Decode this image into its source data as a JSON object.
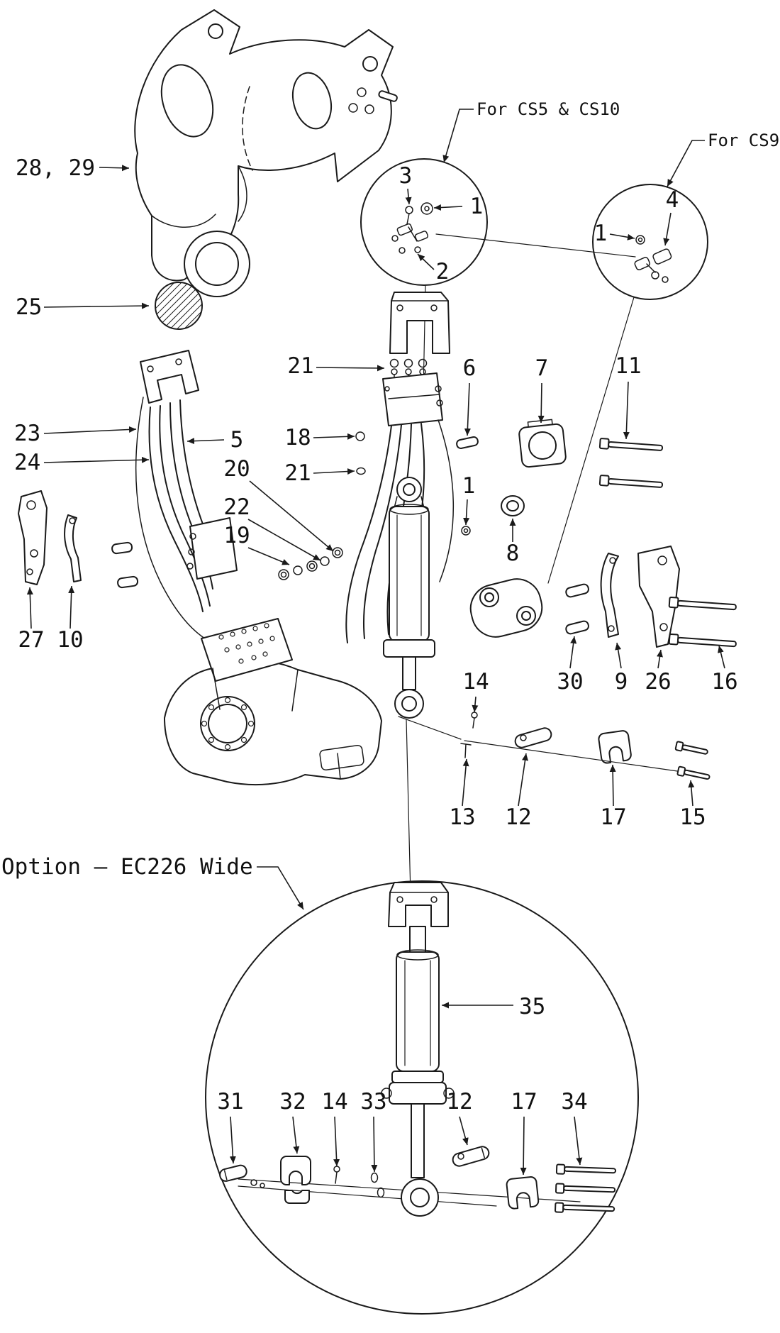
{
  "diagram": {
    "annotations": {
      "cs5_cs10": "For CS5 & CS10",
      "cs9": "For CS9",
      "option": "Option – EC226 Wide"
    },
    "part_labels": [
      "28, 29",
      "25",
      "3",
      "1",
      "2",
      "1",
      "4",
      "21",
      "6",
      "7",
      "11",
      "23",
      "24",
      "5",
      "18",
      "20",
      "21",
      "22",
      "19",
      "1",
      "8",
      "27",
      "10",
      "14",
      "30",
      "9",
      "26",
      "16",
      "13",
      "12",
      "17",
      "15",
      "35",
      "31",
      "32",
      "14",
      "33",
      "12",
      "17",
      "34"
    ],
    "colors": {
      "line": "#1a1a1a",
      "background": "#ffffff"
    }
  }
}
